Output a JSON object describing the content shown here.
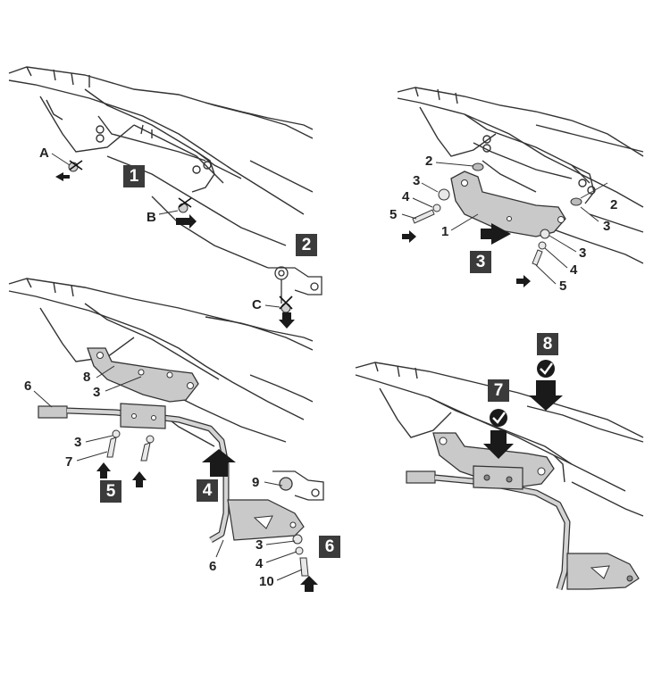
{
  "panel_tl": {
    "steps": [
      "1",
      "2"
    ],
    "labels": [
      "A",
      "B",
      "C"
    ]
  },
  "panel_tr": {
    "steps": [
      "3"
    ],
    "labels": [
      "2",
      "3",
      "4",
      "5",
      "1",
      "2",
      "3",
      "3",
      "4",
      "5"
    ]
  },
  "panel_bl": {
    "steps": [
      "4",
      "5",
      "6"
    ],
    "labels": [
      "6",
      "8",
      "3",
      "3",
      "7",
      "9",
      "6",
      "3",
      "4",
      "10"
    ]
  },
  "panel_br": {
    "steps": [
      "7",
      "8"
    ]
  },
  "colors": {
    "step_bg": "#3b3b3b",
    "line": "#333333",
    "fill": "#c9c9c9"
  },
  "icons": [
    "arrow-icon",
    "remove-cross-icon",
    "checkmark-icon"
  ]
}
